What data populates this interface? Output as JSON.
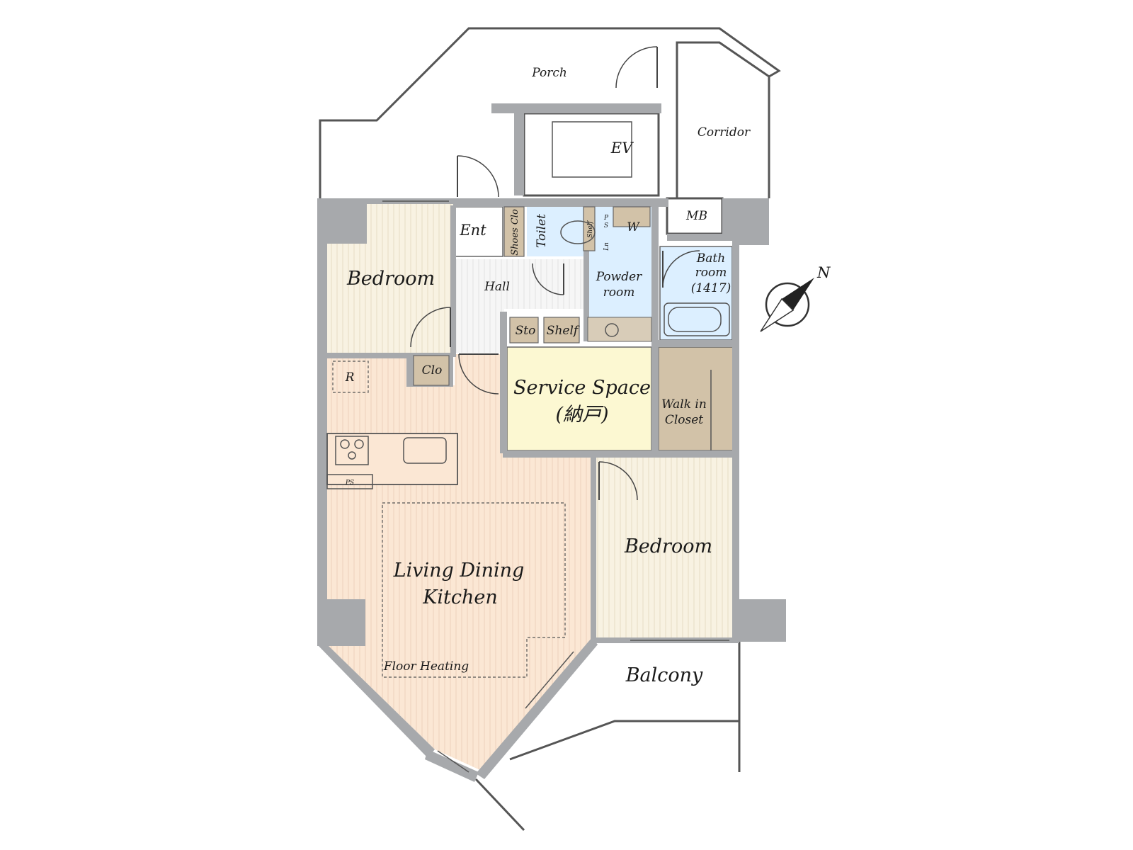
{
  "rooms": {
    "porch": "Porch",
    "ev": "EV",
    "corridor": "Corridor",
    "mb": "MB",
    "ent": "Ent",
    "shoes_clo": "Shoes Clo",
    "toilet": "Toilet",
    "shelf_small": "Shelf",
    "ps_top": "P\nS",
    "ln": "Ln",
    "w": "W",
    "bath": [
      "Bath",
      "room",
      "(1417)"
    ],
    "powder": [
      "Powder",
      "room"
    ],
    "hall": "Hall",
    "bedroom_nw": "Bedroom",
    "sto": "Sto",
    "shelf": "Shelf",
    "clo": "Clo",
    "r": "R",
    "service_space": [
      "Service Space",
      "(納戸)"
    ],
    "walk_in_closet": [
      "Walk in",
      "Closet"
    ],
    "ps_kitchen": "PS",
    "ldk": [
      "Living Dining",
      "Kitchen"
    ],
    "floor_heating": "Floor Heating",
    "bedroom_se": "Bedroom",
    "balcony": "Balcony"
  },
  "compass": {
    "north_label": "N"
  },
  "colors": {
    "wall": "#a7a9ac",
    "bedroom_floor": "#f8f2e2",
    "ldk_floor": "#fbe7d4",
    "hall_floor": "#f3f3f3",
    "wet_area": "#dcefff",
    "service_space": "#fcf8d2",
    "storage": "#d2c2a8"
  }
}
